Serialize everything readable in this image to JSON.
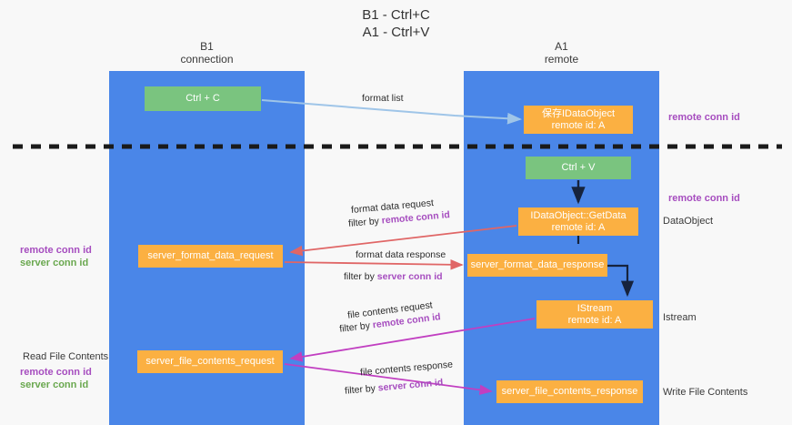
{
  "title": {
    "line1": "B1 - Ctrl+C",
    "line2": "A1 - Ctrl+V"
  },
  "lanes": [
    {
      "id": "b1",
      "name": "B1",
      "role": "connection"
    },
    {
      "id": "a1",
      "name": "A1",
      "role": "remote"
    }
  ],
  "boxes": {
    "ctrl_c": {
      "label": "Ctrl + C",
      "sub": ""
    },
    "save_ido": {
      "label": "保存IDataObject",
      "sub": "remote id: A"
    },
    "ctrl_v": {
      "label": "Ctrl + V",
      "sub": ""
    },
    "getdata": {
      "label": "IDataObject::GetData",
      "sub": "remote id: A"
    },
    "sfd_request": {
      "label": "server_format_data_request",
      "sub": ""
    },
    "sfd_response": {
      "label": "server_format_data_response",
      "sub": ""
    },
    "istream": {
      "label": "IStream",
      "sub": "remote id: A"
    },
    "sfc_request": {
      "label": "server_file_contents_request",
      "sub": ""
    },
    "sfc_response": {
      "label": "server_file_contents_response",
      "sub": ""
    }
  },
  "arrow_labels": {
    "format_list": "format list",
    "format_data_request": "format data request",
    "format_data_request_filter_prefix": "filter by ",
    "format_data_request_filter_key": "remote conn id",
    "format_data_response": "format data response",
    "format_data_response_filter_prefix": "filter by ",
    "format_data_response_filter_key": "server conn id",
    "file_contents_request": "file contents request",
    "file_contents_request_filter_prefix": "filter by ",
    "file_contents_request_filter_key": "remote conn id",
    "file_contents_response": "file contents response",
    "file_contents_response_filter_prefix": "filter by ",
    "file_contents_response_filter_key": "server conn id"
  },
  "annotations": {
    "right_remote_conn_id_top": "remote conn id",
    "right_remote_conn_id_mid": "remote conn id",
    "right_dataobject": "DataObject",
    "right_istream": "Istream",
    "right_write_file_contents": "Write File Contents",
    "left_remote_conn_id_mid": "remote conn id",
    "left_server_conn_id_mid": "server conn id",
    "left_read_file_contents": "Read File Contents",
    "left_remote_conn_id_bottom": "remote conn id",
    "left_server_conn_id_bottom": "server conn id"
  },
  "colors": {
    "background": "#f8f8f8",
    "lane": "#4a86e8",
    "green_box": "#7ac47f",
    "orange_box": "#fbb042",
    "purple_text": "#a64dbf",
    "green_text": "#6aa84f",
    "arrow_light_blue": "#9fc5e8",
    "arrow_red": "#e06666",
    "arrow_magenta": "#c13fc1",
    "arrow_dark": "#1b2a4a",
    "divider": "#1a1a1a"
  },
  "divider": {
    "style": "dashed",
    "label": ""
  }
}
